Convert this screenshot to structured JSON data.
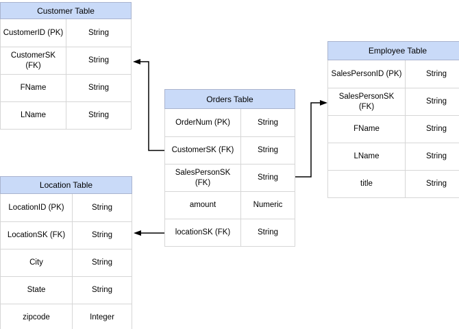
{
  "diagram": {
    "background": "#FFFFFF",
    "colors": {
      "header_fill": "#C9DAF8",
      "header_border": "#A9B3CE",
      "cell_border": "#D6D6D6",
      "arrow": "#000000",
      "text": "#000000"
    },
    "tables": [
      {
        "id": "customer",
        "title": "Customer Table",
        "rows": [
          {
            "field": "CustomerID (PK)",
            "type": "String"
          },
          {
            "field": "CustomerSK\n(FK)",
            "type": "String"
          },
          {
            "field": "FName",
            "type": "String"
          },
          {
            "field": "LName",
            "type": "String"
          }
        ]
      },
      {
        "id": "orders",
        "title": "Orders Table",
        "rows": [
          {
            "field": "OrderNum (PK)",
            "type": "String"
          },
          {
            "field": "CustomerSK (FK)",
            "type": "String"
          },
          {
            "field": "SalesPersonSK\n(FK)",
            "type": "String"
          },
          {
            "field": "amount",
            "type": "Numeric"
          },
          {
            "field": "locationSK (FK)",
            "type": "String"
          }
        ]
      },
      {
        "id": "employee",
        "title": "Employee Table",
        "rows": [
          {
            "field": "SalesPersonID (PK)",
            "type": "String"
          },
          {
            "field": "SalesPersonSK\n(FK)",
            "type": "String"
          },
          {
            "field": "FName",
            "type": "String"
          },
          {
            "field": "LName",
            "type": "String"
          },
          {
            "field": "title",
            "type": "String"
          }
        ]
      },
      {
        "id": "location",
        "title": "Location Table",
        "rows": [
          {
            "field": "LocationID (PK)",
            "type": "String"
          },
          {
            "field": "LocationSK (FK)",
            "type": "String"
          },
          {
            "field": "City",
            "type": "String"
          },
          {
            "field": "State",
            "type": "String"
          },
          {
            "field": "zipcode",
            "type": "Integer"
          }
        ]
      }
    ],
    "relationships": [
      {
        "from": "Orders Table.CustomerSK (FK)",
        "to": "Customer Table.CustomerSK (FK)"
      },
      {
        "from": "Orders Table.SalesPersonSK (FK)",
        "to": "Employee Table.SalesPersonSK (FK)"
      },
      {
        "from": "Orders Table.locationSK (FK)",
        "to": "Location Table.LocationSK (FK)"
      }
    ]
  }
}
